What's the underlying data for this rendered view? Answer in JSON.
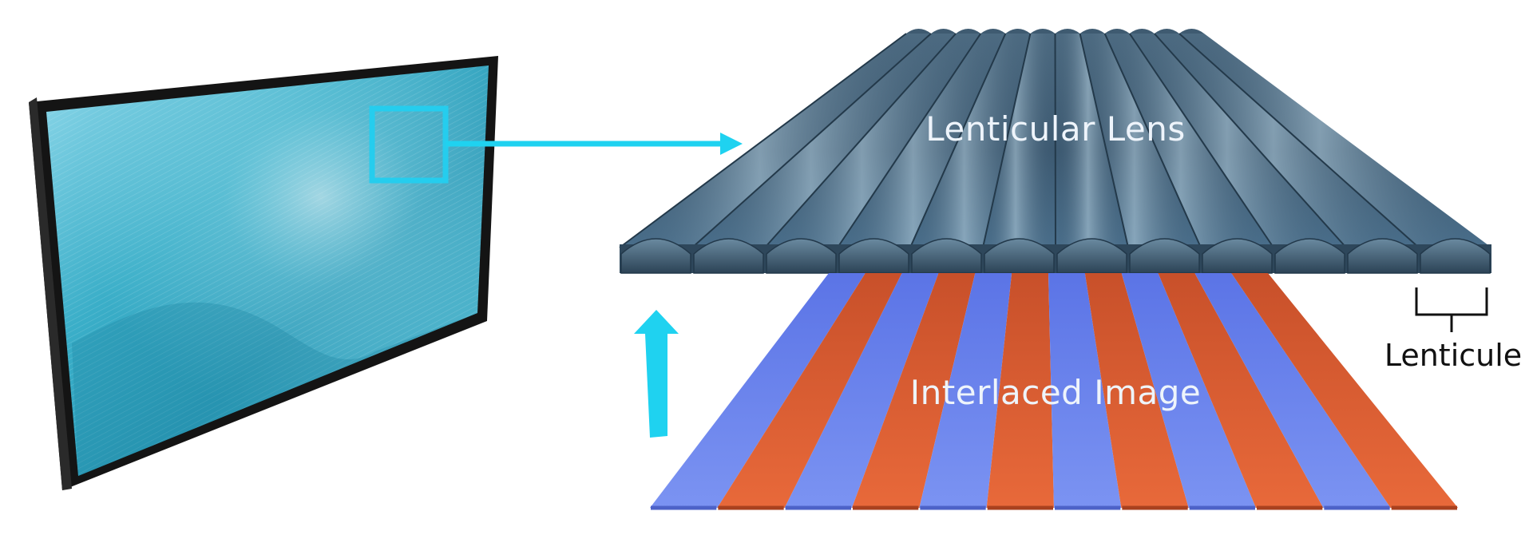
{
  "labels": {
    "lens": "Lenticular Lens",
    "image": "Interlaced Image",
    "lenticule": "Lenticule"
  },
  "colors": {
    "arrow": "#1fd2f0",
    "highlight_box": "#25cdee",
    "stripe_blue": "#6e86ef",
    "stripe_orange": "#e06234",
    "lens_body": "#3b5870",
    "screen_bezel": "#1b1b1b"
  },
  "lens": {
    "lenticule_count": 12
  },
  "interlaced_image": {
    "stripe_pattern": [
      "blue",
      "orange",
      "blue",
      "orange",
      "blue",
      "orange",
      "blue",
      "orange",
      "blue",
      "orange",
      "blue",
      "orange"
    ]
  },
  "icons": {
    "display": "lenticular-display-icon",
    "arrow_right": "arrow-right-icon",
    "arrow_up": "arrow-up-icon",
    "bracket": "lenticule-bracket-icon"
  }
}
